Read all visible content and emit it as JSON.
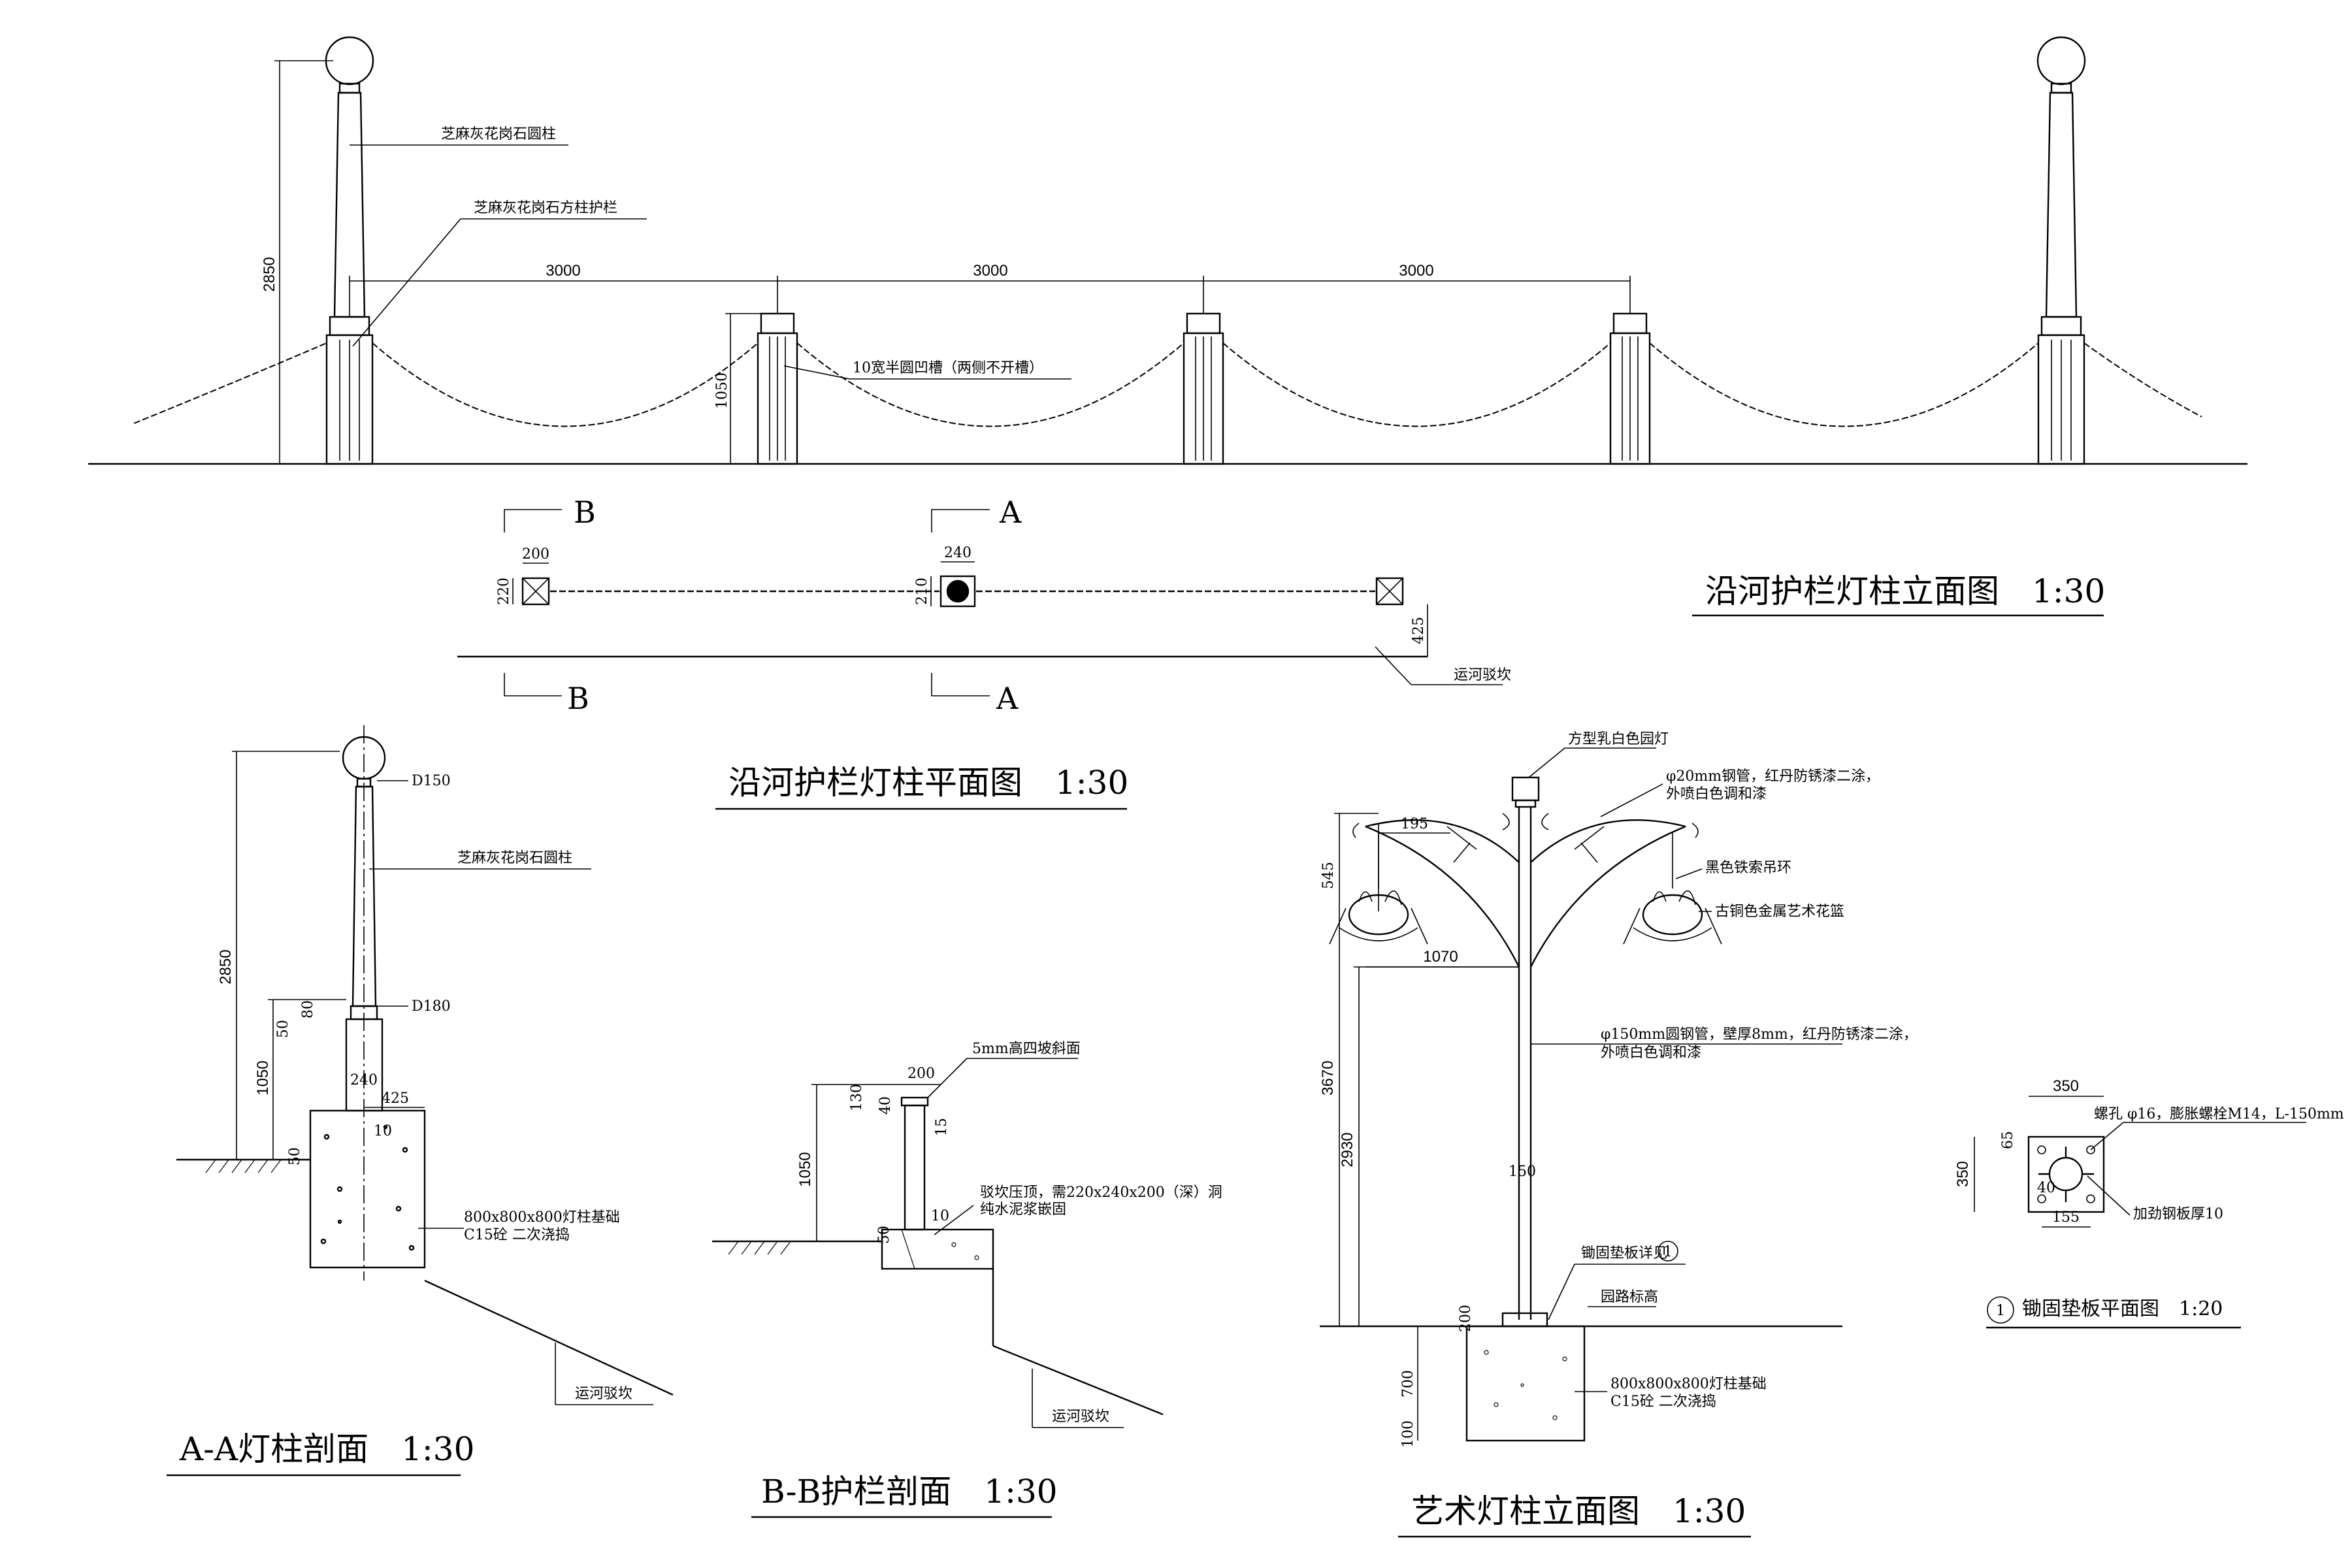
{
  "titles": {
    "elevation": "沿河护栏灯柱立面图　1:30",
    "plan": "沿河护栏灯柱平面图　1:30",
    "section_a": "A-A灯柱剖面　1:30",
    "section_b": "B-B护栏剖面　1:30",
    "art_pole": "艺术灯柱立面图　1:30",
    "anchor_plate": "锄固垫板平面图　1:20",
    "anchor_plate_no": "1"
  },
  "elevation": {
    "label_round_column": "芝麻灰花岗石圆柱",
    "label_square_post": "芝麻灰花岗石方柱护栏",
    "label_groove": "10宽半圆凹槽（两侧不开槽）",
    "dim_height": "2850",
    "dim_post_height": "1050",
    "spans": [
      "3000",
      "3000",
      "3000"
    ]
  },
  "plan": {
    "sec_b": "B",
    "sec_a": "A",
    "dim_200": "200",
    "dim_220": "220",
    "dim_240": "240",
    "dim_210": "210",
    "dim_425": "425",
    "label_revetment": "运河驳坎"
  },
  "section_a": {
    "dia_top": "D150",
    "dia_bottom": "D180",
    "label_column": "芝麻灰花岗石圆柱",
    "dim_2850": "2850",
    "dim_1050": "1050",
    "dim_80": "80",
    "dim_50a": "50",
    "dim_240": "240",
    "dim_425": "425",
    "dim_10": "10",
    "dim_50b": "50",
    "label_footing": "800x800x800灯柱基础",
    "label_concrete": "C15砼 二次浇捣",
    "label_revetment": "运河驳坎"
  },
  "section_b": {
    "label_bevel": "5mm高四坡斜面",
    "dim_200": "200",
    "dim_130": "130",
    "dim_40": "40",
    "dim_15": "15",
    "dim_1050": "1050",
    "dim_50": "50",
    "dim_10": "10",
    "label_anchor": "驳坎压顶，需220x240x200（深）洞",
    "label_anchor2": "纯水泥浆嵌固",
    "label_revetment": "运河驳坎"
  },
  "art_pole": {
    "label_lamp": "方型乳白色园灯",
    "label_pipe": "φ20mm钢管，红丹防锈漆二涂，",
    "label_pipe2": "外喷白色调和漆",
    "label_ring": "黑色铁索吊环",
    "label_basket": "古铜色金属艺术花篮",
    "label_main": "φ150mm圆钢管，壁厚8mm，红丹防锈漆二涂，",
    "label_main2": "外喷白色调和漆",
    "label_plate": "锄固垫板详见",
    "label_plate_ref": "1",
    "label_road": "园路标高",
    "label_footing": "800x800x800灯柱基础",
    "label_concrete": "C15砼 二次浇捣",
    "dim_195": "195",
    "dim_545": "545",
    "dim_1070": "1070",
    "dim_3670": "3670",
    "dim_2930": "2930",
    "dim_150": "150",
    "dim_200": "200",
    "dim_700": "700",
    "dim_100": "100"
  },
  "anchor_plate": {
    "dim_350_top": "350",
    "dim_350_side": "350",
    "dim_65": "65",
    "dim_40": "40",
    "dim_155": "155",
    "label_bolt": "螺孔 φ16，膨胀螺栓M14，L-150mm",
    "label_plate": "加劲钢板厚10"
  }
}
